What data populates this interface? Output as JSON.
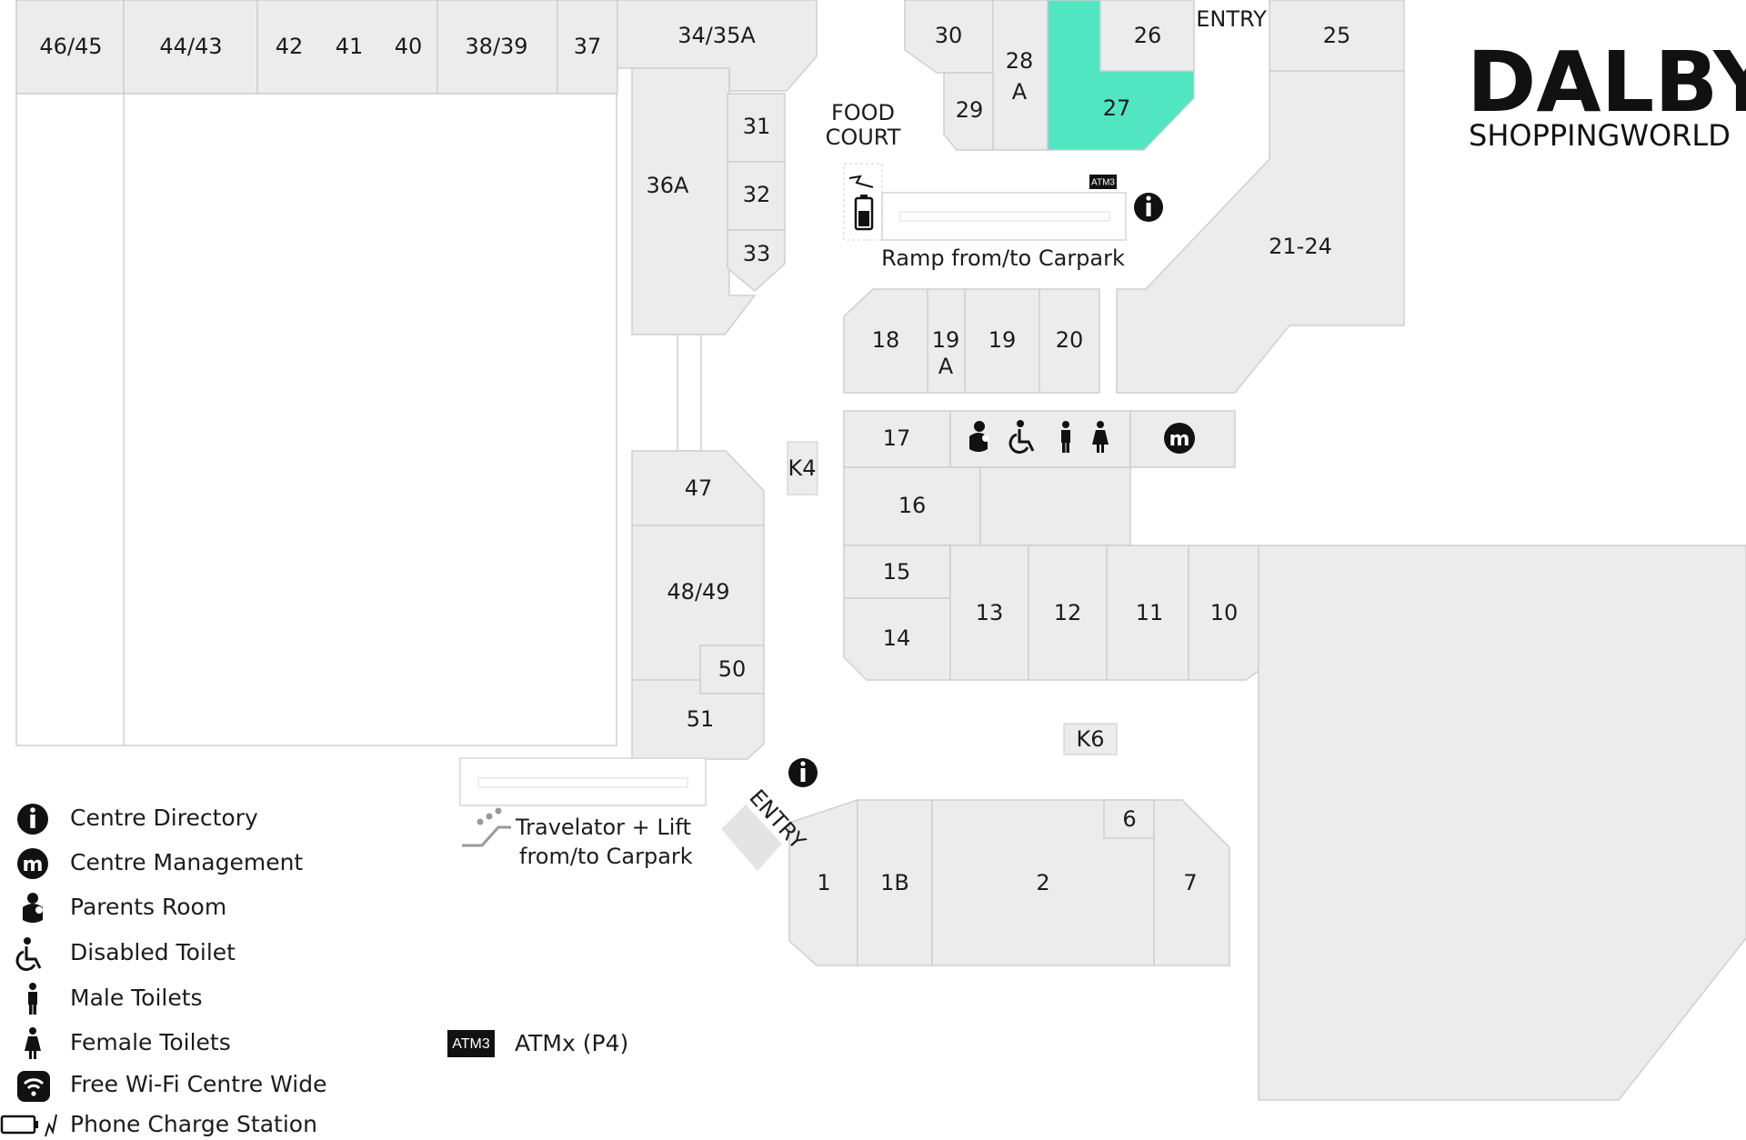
{
  "brand": {
    "name": "DALBY",
    "tagline": "SHOPPINGWORLD"
  },
  "labels": {
    "entry_top": "ENTRY",
    "entry_bottom": "ENTRY",
    "food_court_1": "FOOD",
    "food_court_2": "COURT",
    "ramp": "Ramp from/to Carpark",
    "travelator_1": "Travelator + Lift",
    "travelator_2": "from/to Carpark",
    "atm_tag": "ATM3"
  },
  "highlighted_unit": "27",
  "units": {
    "u4645": "46/45",
    "u4443": "44/43",
    "u42": "42",
    "u41": "41",
    "u40": "40",
    "u3839": "38/39",
    "u37": "37",
    "u3435a": "34/35A",
    "u30": "30",
    "u28a_1": "28",
    "u28a_2": "A",
    "u26": "26",
    "u25": "25",
    "u29": "29",
    "u27": "27",
    "u31": "31",
    "u36a": "36A",
    "u32": "32",
    "u33": "33",
    "u2124": "21-24",
    "u18": "18",
    "u19a_1": "19",
    "u19a_2": "A",
    "u19": "19",
    "u20": "20",
    "u17": "17",
    "k4": "K4",
    "u47": "47",
    "u16": "16",
    "u15": "15",
    "u14": "14",
    "u4849": "48/49",
    "u13": "13",
    "u12": "12",
    "u11": "11",
    "u10": "10",
    "u50": "50",
    "u51": "51",
    "k6": "K6",
    "u6": "6",
    "u1": "1",
    "u1b": "1B",
    "u2": "2",
    "u7": "7"
  },
  "legend": [
    {
      "icon": "info-icon",
      "label": "Centre Directory"
    },
    {
      "icon": "management-icon",
      "label": "Centre Management"
    },
    {
      "icon": "parents-room-icon",
      "label": "Parents Room"
    },
    {
      "icon": "disabled-toilet-icon",
      "label": "Disabled Toilet"
    },
    {
      "icon": "male-toilet-icon",
      "label": "Male Toilets"
    },
    {
      "icon": "female-toilet-icon",
      "label": "Female Toilets"
    },
    {
      "icon": "wifi-icon",
      "label": "Free Wi-Fi Centre Wide"
    },
    {
      "icon": "phone-charge-icon",
      "label": "Phone Charge Station"
    }
  ],
  "atm_legend": {
    "tag": "ATM3",
    "label": "ATMx (P4)"
  },
  "colors": {
    "highlight": "#52e5c2",
    "unit_fill": "#ececec",
    "unit_stroke": "#cfcfcf"
  }
}
